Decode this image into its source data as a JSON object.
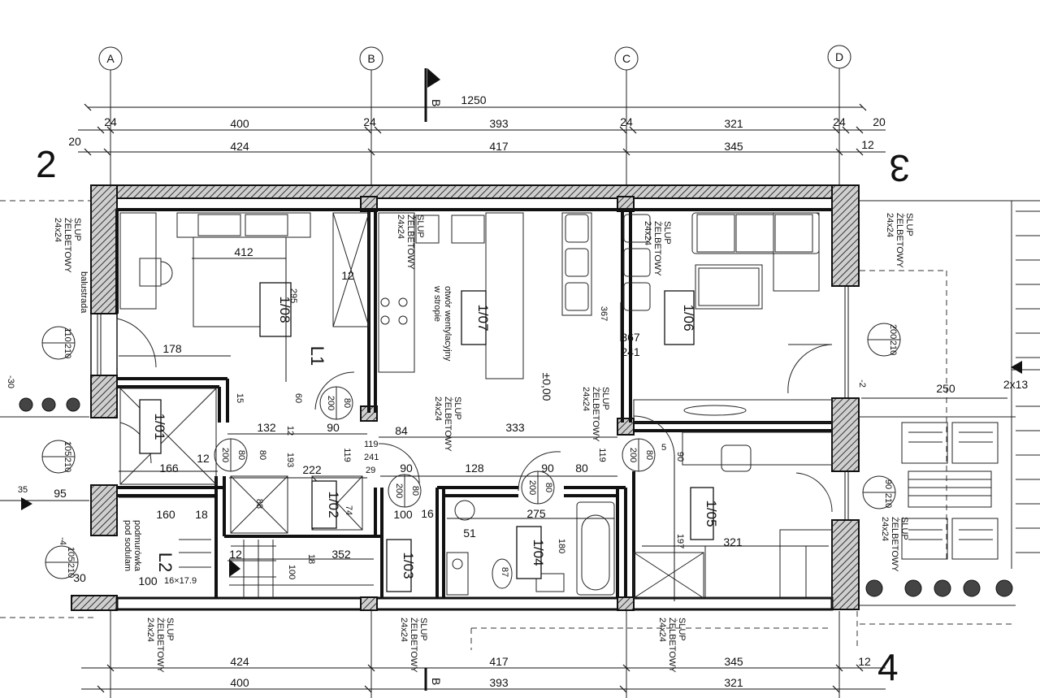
{
  "grid_axes": [
    "A",
    "B",
    "C",
    "D"
  ],
  "axis_numbers": {
    "left": "2",
    "right_top": "3",
    "right_bottom": "4"
  },
  "section_marker": "B",
  "dims_top": {
    "overall": "1250",
    "row1": [
      "24",
      "400",
      "24",
      "393",
      "24",
      "321",
      "24",
      "20"
    ],
    "row2": [
      "20",
      "424",
      "417",
      "345",
      "12"
    ]
  },
  "dims_bottom": {
    "row1": [
      "424",
      "417",
      "345",
      "12"
    ],
    "row2": [
      "400",
      "393",
      "321"
    ]
  },
  "rooms": [
    {
      "id": "1/08"
    },
    {
      "id": "1/07"
    },
    {
      "id": "1/06"
    },
    {
      "id": "1/01"
    },
    {
      "id": "1/02"
    },
    {
      "id": "1/03"
    },
    {
      "id": "1/04"
    },
    {
      "id": "1/05"
    }
  ],
  "level_labels": [
    "L1",
    "L2"
  ],
  "level_mark": "±0,00",
  "column_label": {
    "l1": "SLUP",
    "l2": "ŻELBETOWY",
    "l3": "24x24"
  },
  "notes": {
    "ventilation_1": "otwór wentylacyjny",
    "ventilation_2": "w stropie",
    "balustrade": "balustrada",
    "podest_1": "podmurówka",
    "podest_2": "pod sodulam",
    "stair": "16×17.9"
  },
  "doors": [
    {
      "w": "110",
      "h": "210"
    },
    {
      "w": "80",
      "h": "200"
    },
    {
      "w": "80",
      "h": "200"
    },
    {
      "w": "105",
      "h": "210"
    },
    {
      "w": "80",
      "h": "200"
    },
    {
      "w": "80",
      "h": "200"
    },
    {
      "w": "200",
      "h": "210"
    },
    {
      "w": "90",
      "h": "210"
    },
    {
      "w": "105",
      "h": "210"
    }
  ],
  "inner_dims": [
    "412",
    "295",
    "12",
    "178",
    "15",
    "60",
    "132",
    "12",
    "90",
    "84",
    "333",
    "367",
    "367",
    "241",
    "250",
    "166",
    "12",
    "80",
    "193",
    "222",
    "119",
    "119",
    "241",
    "29",
    "90",
    "128",
    "90",
    "80",
    "119",
    "5",
    "90",
    "95",
    "160",
    "18",
    "88",
    "74",
    "100",
    "16",
    "275",
    "51",
    "180",
    "87",
    "197",
    "321",
    "352",
    "18",
    "12",
    "100",
    "100",
    "-2",
    "-4",
    "-30",
    "30",
    "2x13",
    "35"
  ]
}
